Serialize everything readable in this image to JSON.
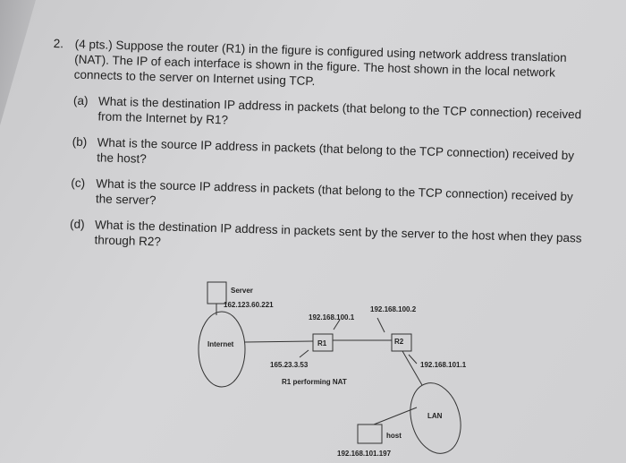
{
  "question": {
    "number": "2.",
    "intro": "(4 pts.) Suppose the router (R1) in the figure is configured using network address translation (NAT). The IP of each interface is shown in the figure. The host shown in the local network connects to the server on Internet using TCP.",
    "parts": [
      {
        "label": "(a)",
        "text": "What is the destination IP address in packets (that belong to the TCP connection) received from the Internet by R1?"
      },
      {
        "label": "(b)",
        "text": "What is the source IP address in packets (that belong to the TCP connection) received by the host?"
      },
      {
        "label": "(c)",
        "text": "What is the source IP address in packets (that belong to the TCP connection) received by the server?"
      },
      {
        "label": "(d)",
        "text": "What is the destination IP address in packets sent by the server to the host when they pass through R2?"
      }
    ]
  },
  "diagram": {
    "server_label": "Server",
    "server_ip": "162.123.60.221",
    "internet_label": "Internet",
    "r1_label": "R1",
    "r2_label": "R2",
    "r1_inside_ip": "192.168.100.1",
    "r1_outside_ip": "165.23.3.53",
    "r2_left_ip": "192.168.100.2",
    "r2_lan_ip": "192.168.101.1",
    "caption": "R1 performing NAT",
    "lan_label": "LAN",
    "host_label": "host",
    "host_ip": "192.168.101.197"
  }
}
